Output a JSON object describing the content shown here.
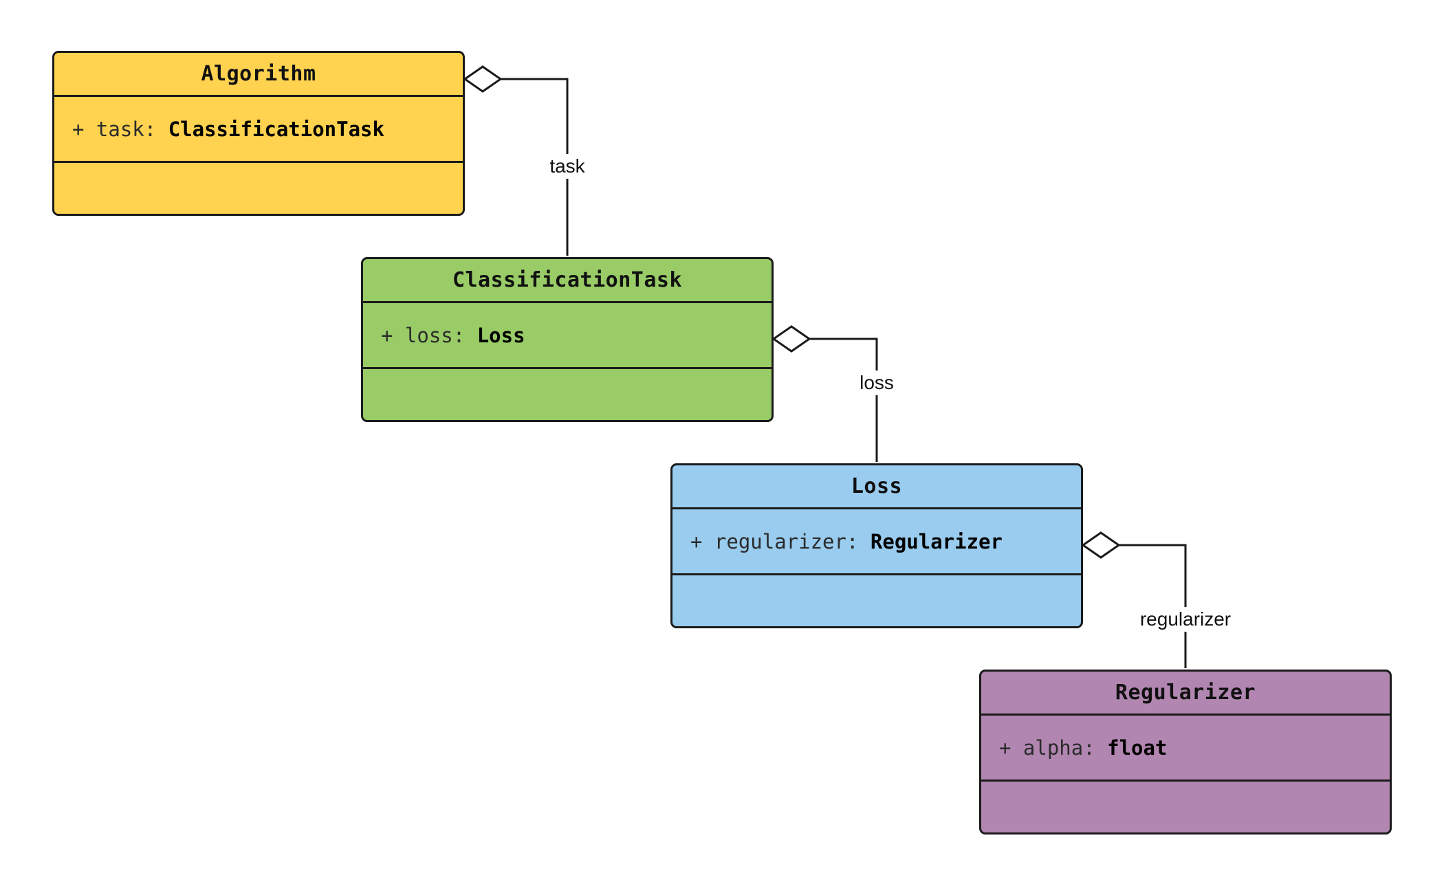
{
  "diagram": {
    "type": "uml-class-diagram",
    "classes": [
      {
        "name": "Algorithm",
        "attribute": {
          "prefix": "+ task: ",
          "type": "ClassificationTask"
        },
        "color": "#FFD24F"
      },
      {
        "name": "ClassificationTask",
        "attribute": {
          "prefix": "+ loss: ",
          "type": "Loss"
        },
        "color": "#99CC66"
      },
      {
        "name": "Loss",
        "attribute": {
          "prefix": "+ regularizer: ",
          "type": "Regularizer"
        },
        "color": "#99CCEE"
      },
      {
        "name": "Regularizer",
        "attribute": {
          "prefix": "+ alpha: ",
          "type": "float"
        },
        "color": "#B186B0"
      }
    ],
    "edges": [
      {
        "label": "task",
        "from": "Algorithm",
        "to": "ClassificationTask",
        "kind": "aggregation"
      },
      {
        "label": "loss",
        "from": "ClassificationTask",
        "to": "Loss",
        "kind": "aggregation"
      },
      {
        "label": "regularizer",
        "from": "Loss",
        "to": "Regularizer",
        "kind": "aggregation"
      }
    ],
    "colors": {
      "stroke": "#1A1A1A",
      "background": "#FFFFFF",
      "diamond_fill": "#FFFFFF"
    }
  }
}
